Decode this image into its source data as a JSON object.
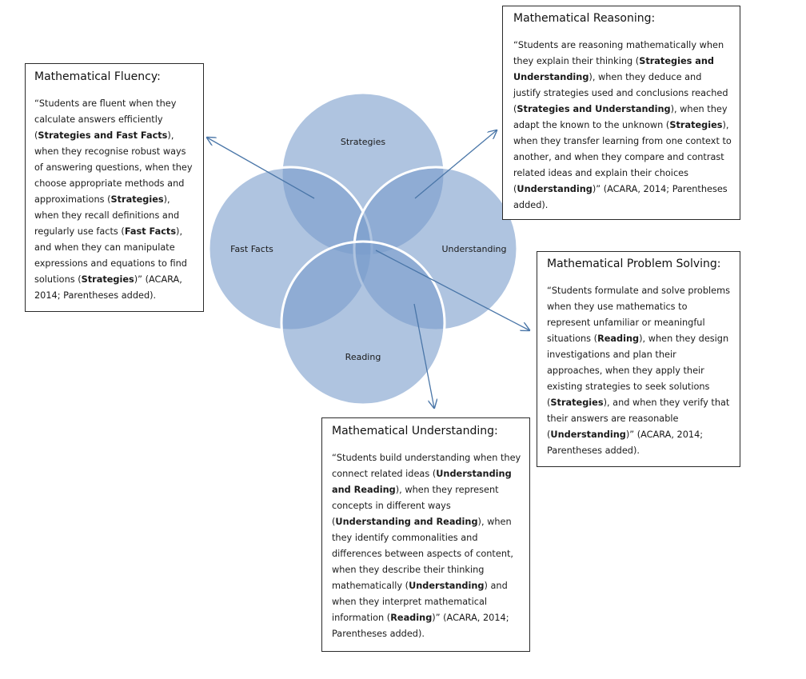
{
  "circles": {
    "strategies": "Strategies",
    "fast_facts": "Fast Facts",
    "understanding": "Understanding",
    "reading": "Reading"
  },
  "colors": {
    "circle_fill": "#7a9ccb",
    "circle_stroke": "#ffffff",
    "arrow": "#4a76a8",
    "box_border": "#2a2a2a"
  },
  "boxes": {
    "fluency": {
      "title": "Mathematical Fluency:",
      "body": [
        {
          "t": "“Students are fluent when they calculate answers efficiently (",
          "b": false
        },
        {
          "t": "Strategies and Fast Facts",
          "b": true
        },
        {
          "t": "), when they recognise robust ways of answering questions, when they choose appropriate methods and approximations (",
          "b": false
        },
        {
          "t": "Strategies",
          "b": true
        },
        {
          "t": "), when they recall definitions and regularly use facts (",
          "b": false
        },
        {
          "t": "Fast Facts",
          "b": true
        },
        {
          "t": "), and when they can manipulate expressions and equations to find solutions (",
          "b": false
        },
        {
          "t": "Strategies",
          "b": true
        },
        {
          "t": ")” (ACARA, 2014; Parentheses added).",
          "b": false
        }
      ]
    },
    "reasoning": {
      "title": "Mathematical Reasoning:",
      "body": [
        {
          "t": "“Students are reasoning mathematically when they explain their thinking (",
          "b": false
        },
        {
          "t": "Strategies and Understanding",
          "b": true
        },
        {
          "t": "), when they deduce and justify strategies used and conclusions reached (",
          "b": false
        },
        {
          "t": "Strategies and Understanding",
          "b": true
        },
        {
          "t": "), when they adapt the known to the unknown (",
          "b": false
        },
        {
          "t": "Strategies",
          "b": true
        },
        {
          "t": "), when they transfer learning from one context to another, and when they compare and contrast related ideas and explain their choices (",
          "b": false
        },
        {
          "t": "Understanding",
          "b": true
        },
        {
          "t": ")” (ACARA, 2014; Parentheses added).",
          "b": false
        }
      ]
    },
    "problem_solving": {
      "title": "Mathematical Problem Solving:",
      "body": [
        {
          "t": "“Students formulate and solve problems when they use mathematics to represent unfamiliar or meaningful situations (",
          "b": false
        },
        {
          "t": "Reading",
          "b": true
        },
        {
          "t": "), when they design investigations and plan their approaches, when they apply their existing strategies to seek solutions (",
          "b": false
        },
        {
          "t": "Strategies",
          "b": true
        },
        {
          "t": "), and when they verify that their answers are reasonable (",
          "b": false
        },
        {
          "t": "Understanding",
          "b": true
        },
        {
          "t": ")” (ACARA, 2014; Parentheses added).",
          "b": false
        }
      ]
    },
    "understanding": {
      "title": "Mathematical Understanding:",
      "body": [
        {
          "t": "“Students build understanding when they connect related ideas (",
          "b": false
        },
        {
          "t": "Understanding and Reading",
          "b": true
        },
        {
          "t": "), when they represent concepts in different ways (",
          "b": false
        },
        {
          "t": "Understanding and Reading",
          "b": true
        },
        {
          "t": "), when they identify commonalities and differences between aspects of content, when they describe their thinking mathematically (",
          "b": false
        },
        {
          "t": "Understanding",
          "b": true
        },
        {
          "t": ") and when they interpret mathematical information (",
          "b": false
        },
        {
          "t": "Reading",
          "b": true
        },
        {
          "t": ")” (ACARA, 2014; Parentheses added).",
          "b": false
        }
      ]
    }
  }
}
